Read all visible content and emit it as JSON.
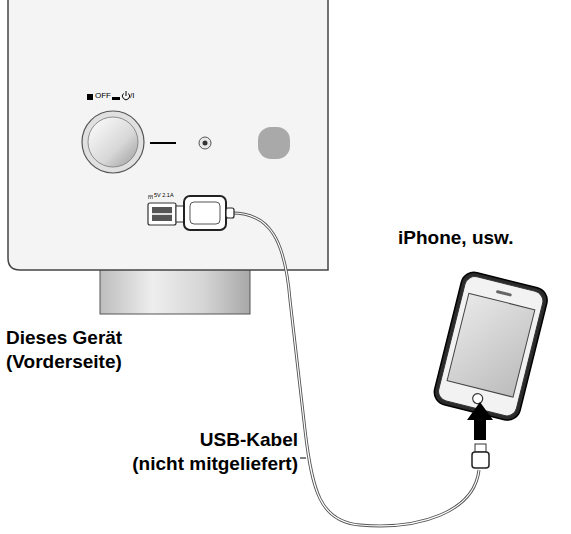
{
  "diagram": {
    "labels": [
      "Dieses Gerät (Vorderseite)",
      "iPhone, usw.",
      "USB-Kabel (nicht mitgeliefert)",
      "OFF",
      "/I",
      "5V 2.1A"
    ]
  }
}
